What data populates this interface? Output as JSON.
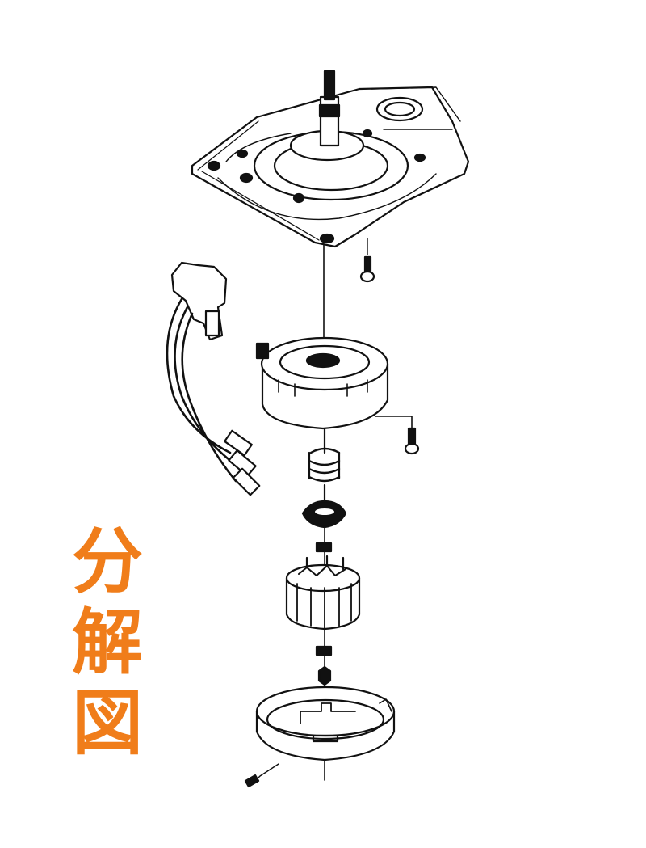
{
  "title": {
    "chars": [
      "分",
      "解",
      "図"
    ],
    "text": "分解図",
    "color": "#f07d1a"
  },
  "diagram": {
    "type": "exploded-view",
    "subject": "motor assembly",
    "parts": [
      "mounting-plate-with-shaft",
      "mounting-screw-top",
      "connector-wiring-harness",
      "stator-coil",
      "side-screw",
      "spring",
      "bushing-cap",
      "small-washer-upper",
      "rotor",
      "small-washer-lower",
      "nut",
      "bottom-cover",
      "cover-screw"
    ],
    "line_color": "#111111",
    "background": "#ffffff"
  }
}
